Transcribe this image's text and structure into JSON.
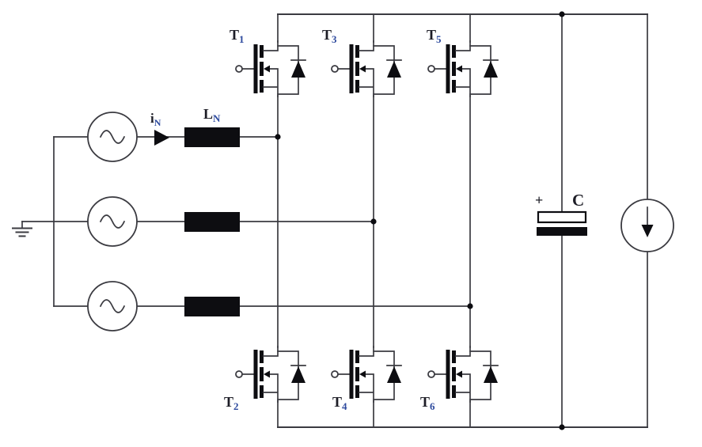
{
  "colors": {
    "background": "#ffffff",
    "wire": "#3b3b41",
    "ink": "#0d0d11",
    "labelMain": "#1d1d26",
    "labelSub": "#2d4a9e"
  },
  "icons": {
    "ac_source": "sine-wave-in-circle",
    "ground": "earth-ground-bars",
    "inductor": "solid-black-rectangle",
    "current_direction": "right-filled-arrow",
    "transistor": "mosfet-with-antiparallel-body-diode",
    "capacitor": "polarized-capacitor-plates",
    "load": "dc-current-source-down-arrow",
    "junction": "filled-dot"
  },
  "labels": {
    "source_current": {
      "main": "i",
      "sub": "N"
    },
    "line_inductor": {
      "main": "L",
      "sub": "N"
    },
    "capacitor_plus": "+",
    "capacitor_name": "C",
    "transistors": [
      {
        "main": "T",
        "sub": "1"
      },
      {
        "main": "T",
        "sub": "2"
      },
      {
        "main": "T",
        "sub": "3"
      },
      {
        "main": "T",
        "sub": "4"
      },
      {
        "main": "T",
        "sub": "5"
      },
      {
        "main": "T",
        "sub": "6"
      }
    ]
  }
}
